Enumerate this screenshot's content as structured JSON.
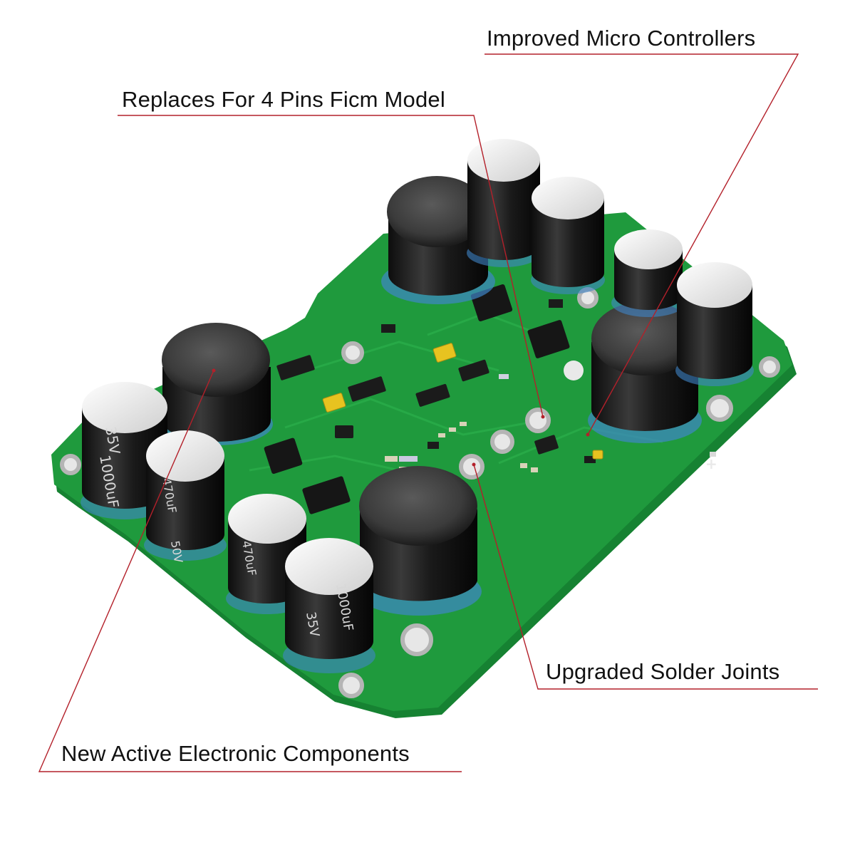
{
  "callouts": {
    "micro_controllers": "Improved Micro Controllers",
    "replaces": "Replaces For 4 Pins Ficm Model",
    "solder_joints": "Upgraded Solder Joints",
    "components": "New Active Electronic Components"
  },
  "board_markings": {
    "cap_1000_a": "1000uF",
    "cap_35_a": "35V",
    "cap_470_a": "470uF",
    "cap_50_a": "50V",
    "cap_470_b": "470uF",
    "cap_1000_b": "1000uF",
    "cap_35_b": "35V",
    "polarity": "+"
  },
  "colors": {
    "pcb": "#1f9a3d",
    "pcb_edge": "#168232",
    "leader": "#b3202a",
    "inductor": "#1d1d1d",
    "capacitor": "#151515",
    "glue": "#3f86c8"
  }
}
